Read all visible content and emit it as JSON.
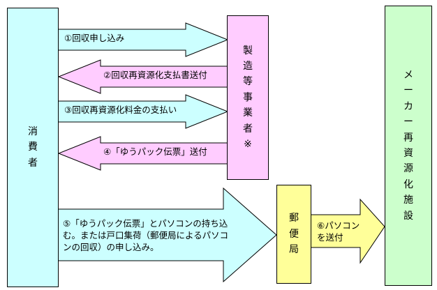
{
  "colors": {
    "consumer_box": "#ccffff",
    "manufacturer_box": "#ffccff",
    "post_office_box": "#ffff99",
    "facility_box": "#ccffcc",
    "arrow_cyan": "#ccffff",
    "arrow_pink": "#ffccff",
    "arrow_yellow": "#ffff99",
    "arrow_green": "#ccffcc",
    "border": "#000000"
  },
  "nodes": {
    "consumer": "消費者",
    "manufacturer": "製造等事業者※",
    "post_office": "郵便局",
    "facility": "メーカー再資源化施設"
  },
  "flows": {
    "f1": "①回収申し込み",
    "f2": "②回収再資源化支払書送付",
    "f3": "③回収再資源化料金の支払い",
    "f4": "④「ゆうパック伝票」送付",
    "f5_line1": "⑤「ゆうパック伝票」とパソコンの持ち込",
    "f5_line2": "む。または戸口集荷（郵便局によるパソコ",
    "f5_line3": "ンの回収）の申し込み。",
    "f6_line1": "⑥パソコン",
    "f6_line2": "を送付"
  }
}
